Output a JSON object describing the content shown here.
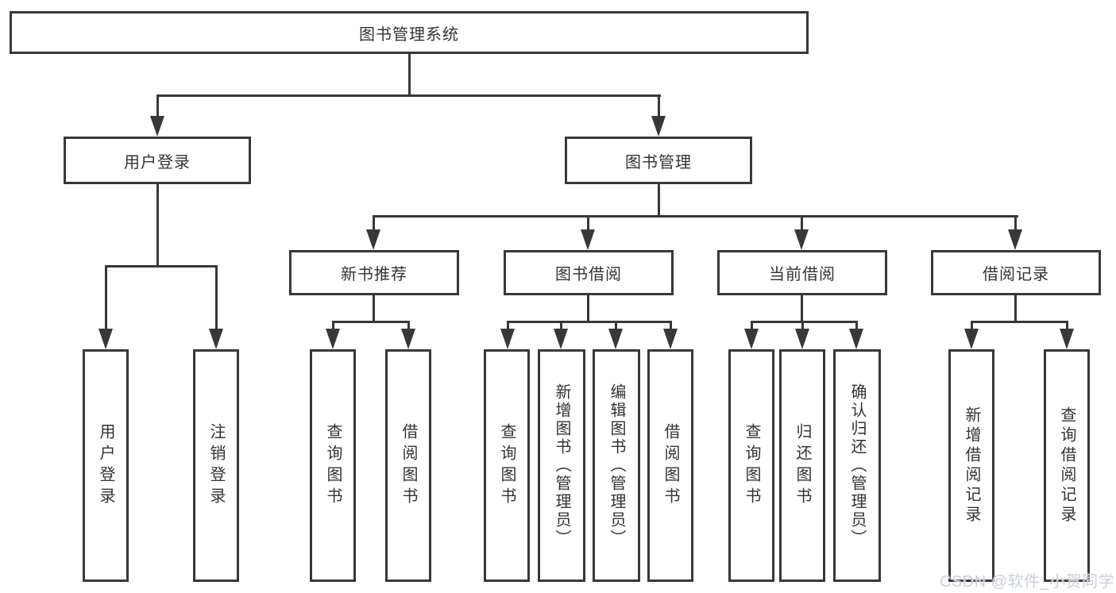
{
  "diagram": {
    "type": "hierarchy-tree",
    "title": "图书管理系统",
    "line_color": "#383838",
    "text_color": "#333333",
    "background": "#ffffff"
  },
  "nodes": {
    "root": {
      "label": "图书管理系统"
    },
    "level2": [
      {
        "label": "用户登录"
      },
      {
        "label": "图书管理"
      }
    ],
    "level3": [
      {
        "label": "新书推荐",
        "parent": "图书管理"
      },
      {
        "label": "图书借阅",
        "parent": "图书管理"
      },
      {
        "label": "当前借阅",
        "parent": "图书管理"
      },
      {
        "label": "借阅记录",
        "parent": "图书管理"
      }
    ],
    "leaves": [
      {
        "label": "用户登录",
        "parent": "用户登录"
      },
      {
        "label": "注销登录",
        "parent": "用户登录"
      },
      {
        "label": "查询图书",
        "parent": "新书推荐"
      },
      {
        "label": "借阅图书",
        "parent": "新书推荐"
      },
      {
        "label": "查询图书",
        "parent": "图书借阅"
      },
      {
        "label": "新增图书（管理员）",
        "parent": "图书借阅"
      },
      {
        "label": "编辑图书（管理员）",
        "parent": "图书借阅"
      },
      {
        "label": "借阅图书",
        "parent": "图书借阅"
      },
      {
        "label": "查询图书",
        "parent": "当前借阅"
      },
      {
        "label": "归还图书",
        "parent": "当前借阅"
      },
      {
        "label": "确认归还（管理员）",
        "parent": "当前借阅"
      },
      {
        "label": "新增借阅记录",
        "parent": "借阅记录"
      },
      {
        "label": "查询借阅记录",
        "parent": "借阅记录"
      }
    ]
  },
  "watermark": {
    "text": "CSDN @软件_小贺同学",
    "color": "#cbd0d8"
  }
}
